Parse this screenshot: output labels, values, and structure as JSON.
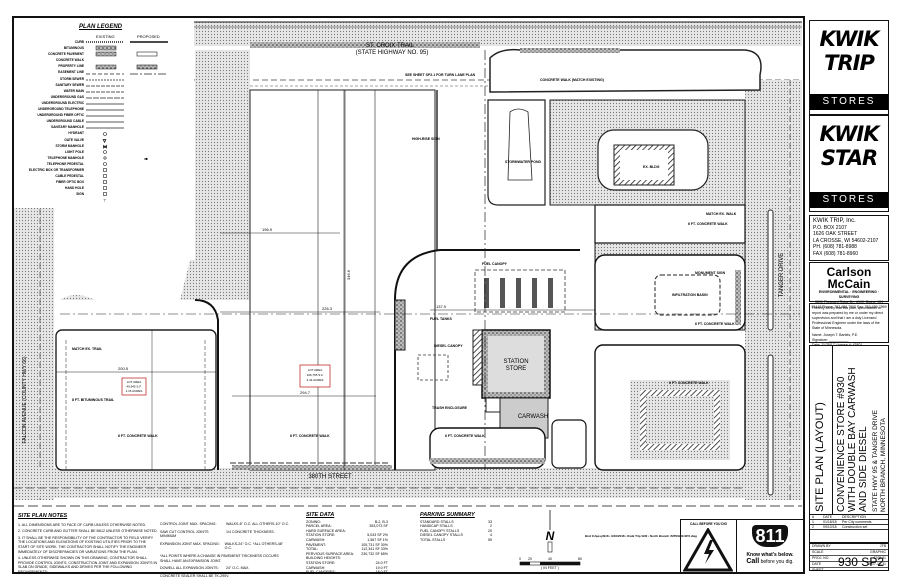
{
  "legend": {
    "title": "PLAN LEGEND",
    "col_existing": "EXISTING",
    "col_proposed": "PROPOSED",
    "items": [
      "CURB",
      "BITUMINOUS",
      "CONCRETE PAVEMENT",
      "CONCRETE WALK",
      "PROPERTY LINE",
      "EASEMENT LINE",
      "STORM SEWER",
      "SANITARY SEWER",
      "WATER MAIN",
      "UNDERGROUND GAS",
      "UNDERGROUND ELECTRIC",
      "UNDERGROUND TELEPHONE",
      "UNDERGROUND FIBER OPTIC",
      "UNDERGROUND CABLE",
      "SANITARY MANHOLE",
      "HYDRANT",
      "GATE VALVE",
      "STORM MANHOLE",
      "LIGHT POLE",
      "TELEPHONE MANHOLE",
      "TELEPHONE PEDESTAL",
      "ELECTRIC BOX OR TRANSFORMER",
      "CABLE PEDESTAL",
      "FIBER OPTIC BOX",
      "HAND HOLE",
      "SIGN"
    ]
  },
  "streets": {
    "north_1": "ST. CROIX TRAIL",
    "north_2": "(STATE HIGHWAY NO. 95)",
    "south": "380TH STREET",
    "west": "FALCON AVENUE (COUNTY HWY 66)",
    "east": "TANGER DRIVE"
  },
  "labels": {
    "see_sheet": "SEE SHEET SP2.1 FOR TURN LANE PLAN",
    "concrete_walk_match": "CONCRETE WALK (MATCH EXISTING)",
    "high_rise_sign": "HIGH-RISE SIGN",
    "stormwater_pond": "STORMWATER POND",
    "ex_bldg": "EX. BLDG",
    "fuel_canopy": "FUEL CANOPY",
    "fuel_tanks": "FUEL TANKS",
    "diesel_canopy": "DIESEL CANOPY",
    "station_store_1": "STATION",
    "station_store_2": "STORE",
    "trash_enclosure": "TRASH ENCLOSURE",
    "carwash": "CARWASH",
    "infiltration_basin": "INFILTRATION BASIN",
    "monument_sign": "MONUMENT SIGN",
    "walk_6ft": "6 FT. CONCRETE WALK",
    "match_ex_trail": "MATCH EX. TRAIL",
    "bit_trail": "8 FT. BITUMINOUS TRAIL",
    "match_ex_walk": "MATCH EX. WALK"
  },
  "lots": [
    {
      "line1": "LOT AREA",
      "line2": "49,945 S.F.",
      "line3": "1.15 ACRES"
    },
    {
      "line1": "LOT AREA",
      "line2": "106,755 S.F.",
      "line3": "2.44 ACRES"
    }
  ],
  "dimensions": {
    "d1": "196.9",
    "d2": "226.3",
    "d3": "346.6",
    "d4": "294.7",
    "d5": "137.9",
    "d6": "200.5"
  },
  "site_plan_notes": {
    "title": "SITE PLAN NOTES",
    "items": [
      "1. ALL DIMENSIONS ARE TO FACE OF CURB UNLESS OTHERWISE NOTED.",
      "2. CONCRETE CURB AND GUTTER SHALL BE B612 UNLESS OTHERWISE NOTED.",
      "3. IT SHALL BE THE RESPONSIBILITY OF THE CONTRACTOR TO FIELD VERIFY THE LOCATIONS AND ELEVATIONS OF EXISTING UTILITIES PRIOR TO THE START OF SITE WORK. THE CONTRACTOR SHALL NOTIFY THE ENGINEER IMMEDIATELY OF DISCREPANCIES OR VARIATIONS FROM THE PLAN.",
      "4. UNLESS OTHERWISE SHOWN ON THIS DRAWING, CONTRACTOR SHALL PROVIDE CONTROL JOINTS, CONSTRUCTION JOINT AND EXPANSION JOINTS IN SLAB ON GRADE, SIDEWALKS AND DRIVES PER THE FOLLOWING REQUIREMENTS:"
    ],
    "joints": [
      {
        "k": "CONTROL JOINT MAX. SPACING:",
        "v": "WALKS-6\" O.C. ALL OTHERS-10\" O.C."
      },
      {
        "k": "SAW CUT CONTROL JOINTS MINIMUM",
        "v": "1/4 CONCRETE THICKNESS."
      },
      {
        "k": "EXPANSION JOINT MAX. SPACING:",
        "v": "WALKS-24\" O.C. *ALL OTHERS-48\" O.C."
      },
      {
        "k": "*ALL POINTS WHERE A CHANGE IN PAVEMENT THICKNESS OCCURS SHALL HAVE AN EXPANSION JOINT.",
        "v": ""
      },
      {
        "k": "DOWELL ALL EXPANSION JOINTS:",
        "v": "24\" O.C. MAX."
      },
      {
        "k": "CONCRETE SEALER SHALL BE TK-290V.",
        "v": ""
      }
    ]
  },
  "site_data": {
    "title": "SITE DATA",
    "rows": [
      {
        "k": "ZONING:",
        "v": "B-2, B-3"
      },
      {
        "k": "PARCEL AREA:",
        "v": "353,073 SF"
      },
      {
        "k": "HARD SURFACE AREA:",
        "v": ""
      },
      {
        "k": "STATION STORE:",
        "v": "5,043 SF 2%"
      },
      {
        "k": "CARWASH:",
        "v": "1,567 SF 1%"
      },
      {
        "k": "PAVEMENT:",
        "v": "105,731 SF 30%"
      },
      {
        "k": "TOTAL:",
        "v": "112,341 SF 33%"
      },
      {
        "k": "PERVIOUS SURFACE AREA:",
        "v": "230,732 SF 65%"
      },
      {
        "k": "BUILDING HEIGHTS:",
        "v": ""
      },
      {
        "k": "STATION STORE:",
        "v": "24.0 FT"
      },
      {
        "k": "CARWASH:",
        "v": "19.0 FT"
      },
      {
        "k": "FUEL CANOPIES:",
        "v": "18.0 FT"
      }
    ]
  },
  "parking_summary": {
    "title": "PARKING SUMMARY",
    "rows": [
      {
        "k": "STANDARD STALLS",
        "v": "33"
      },
      {
        "k": "HANDICAP STALLS",
        "v": "2"
      },
      {
        "k": "FUEL CANOPY STALLS",
        "v": "20"
      },
      {
        "k": "DIESEL CANOPY STALLS",
        "v": "4"
      },
      {
        "k": "TOTAL STALLS",
        "v": "59"
      }
    ]
  },
  "scale": {
    "ticks": [
      "0",
      "20",
      "40",
      "80"
    ],
    "unit": "( IN FEET )"
  },
  "north_arrow": "N",
  "file_path": "Bnd 1\\Jpesyl918 • 9/10/2018 • Kwik Trip \\930 • North Branch \\SITE\\930-SP2.dwg",
  "call_box": {
    "title": "CALL BEFORE YOU DIG",
    "number": "811",
    "line1": "Know what's below.",
    "line2_bold": "Call",
    "line2_rest": " before you dig."
  },
  "title_block": {
    "logo1_line1": "KWIK",
    "logo1_line2": "TRIP",
    "logo1_stores": "STORES",
    "logo2_line1": "KWIK",
    "logo2_line2": "STAR",
    "logo2_stores": "STORES",
    "company": "KWIK TRIP, Inc.",
    "addr1": "P.O. BOX 2107",
    "addr2": "1626 OAK STREET",
    "addr3": "LA CROSSE, WI 54602-2107",
    "phone": "PH. (608) 781-8988",
    "fax": "FAX (608) 781-8960",
    "engineer_1": "Carlson",
    "engineer_2": "McCain",
    "engineer_sub": "ENVIRONMENTAL · ENGINEERING · SURVEYING",
    "engineer_addr": "3890 Pheasant Ridge Dr., #100, Blaine, MN 55449  Phone: 763-489-7900  Fax: 763-489-7959",
    "cert_text": "I hereby certify that this plan, specification or report was prepared by me or under my direct supervision and that I am a duly Licensed Professional Engineer under the laws of the State of Minnesota.",
    "cert_name": "Name: Joseph T. Bartels, P.E.",
    "cert_sig": "Signature: __________",
    "cert_date": "Date: 11/28/17  License #: 43801",
    "sheet_title": "SITE PLAN (LAYOUT)",
    "project_1": "CONVENIENCE STORE #930",
    "project_2": "WITH DOUBLE BAY CARWASH",
    "project_3": "AND SIDE DIESEL",
    "location_1": "STATE HWY 95 & TANGER DRIVE",
    "location_2": "NORTH BRANCH, MINNESOTA",
    "rev_headers": [
      "#",
      "DATE",
      "DESCRIPTION"
    ],
    "revisions": [
      {
        "n": "1",
        "date": "01/18/18",
        "desc": "Per City comments"
      },
      {
        "n": "2",
        "date": "09/10/18",
        "desc": "Construction set"
      }
    ],
    "drawn_by_k": "DRAWN BY",
    "drawn_by_v": "JTB",
    "scale_k": "SCALE",
    "scale_v": "GRAPHIC",
    "proj_no_k": "PROJ. NO.",
    "proj_no_v": "6705.91",
    "date_k": "DATE",
    "date_v": "2017-10-31",
    "sheet_k": "SHEET",
    "sheet_v": "930 SP2"
  }
}
